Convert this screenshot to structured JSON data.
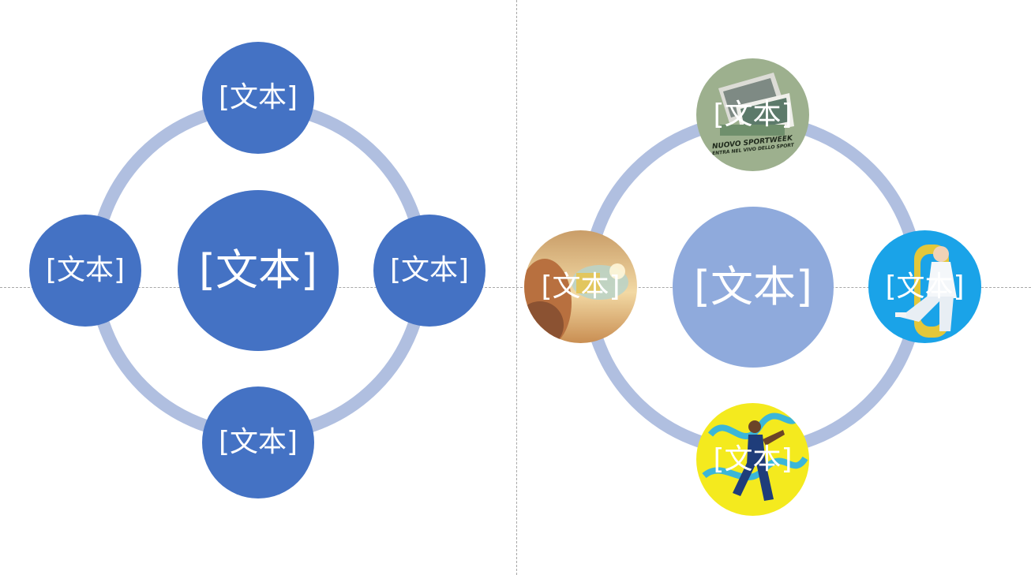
{
  "colors": {
    "node_dark": "#4472c4",
    "node_light": "#8faadc",
    "ring": "#b0bfe0",
    "guide": "#a8a8a8"
  },
  "left_diagram": {
    "center_label": "[文本]",
    "top_label": "[文本]",
    "left_label": "[文本]",
    "right_label": "[文本]",
    "bottom_label": "[文本]"
  },
  "right_diagram": {
    "center_label": "[文本]",
    "top_label": "[文本]",
    "left_label": "[文本]",
    "right_label": "[文本]",
    "bottom_label": "[文本]",
    "photos": {
      "top": {
        "icon": "magazine-photo",
        "line1": "NUOVO SPORTWEEK",
        "line2": "ENTRA NEL VIVO DELLO SPORT"
      },
      "left": {
        "icon": "drinking-person-photo"
      },
      "right": {
        "icon": "dancer-photo"
      },
      "bottom": {
        "icon": "runner-photo"
      }
    }
  }
}
